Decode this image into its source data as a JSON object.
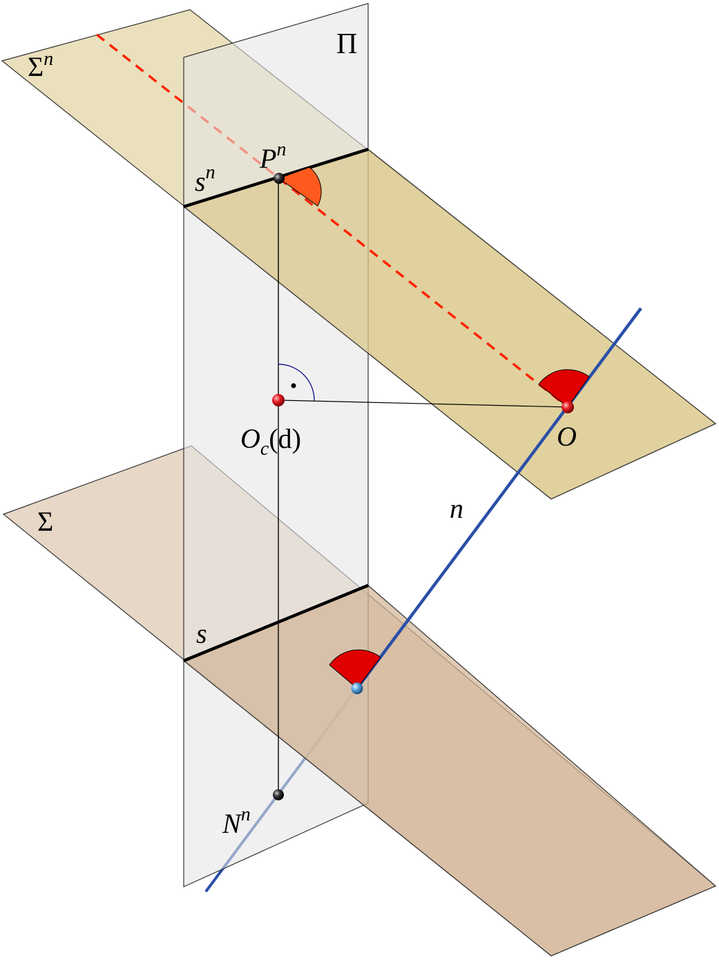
{
  "labels": {
    "sigma_n": {
      "base": "Σ",
      "sup": "n"
    },
    "pi": "Π",
    "s_n": {
      "base": "s",
      "sup": "n"
    },
    "p_n": {
      "base": "P",
      "sup": "n"
    },
    "o_c": {
      "base": "O",
      "sub": "c",
      "suffix": "(d)"
    },
    "o": "O",
    "n": "n",
    "sigma": "Σ",
    "s": "s",
    "n_n": {
      "base": "N",
      "sup": "n"
    }
  },
  "colors": {
    "plane_sigma_n": "#dccb91",
    "plane_sigma": "#d2b699",
    "plane_pi": "#e6e6e6",
    "line_n": "#2a4fa8",
    "dashed_line": "#ff2200",
    "angle_marker": "#e00000",
    "right_angle_arc": "#1a1a8c",
    "point_red": "#e8202a",
    "point_black": "#222222",
    "point_blue": "#5aa8e0"
  }
}
